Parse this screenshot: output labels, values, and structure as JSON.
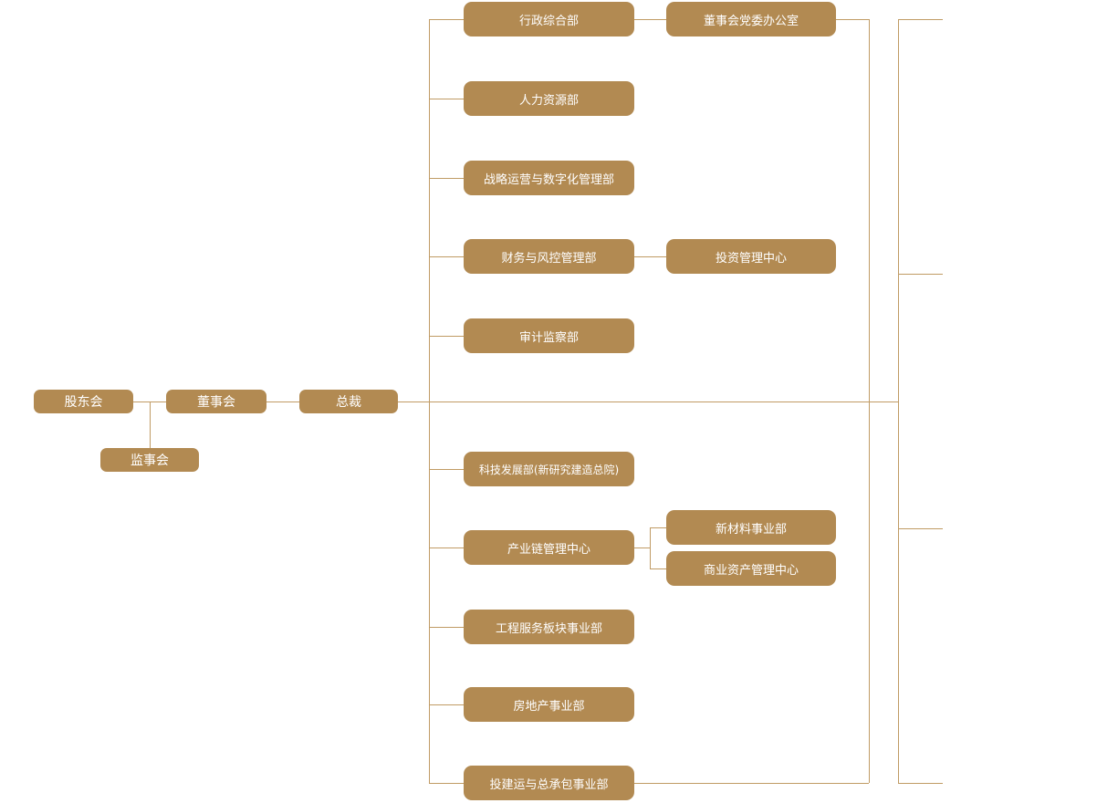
{
  "org_chart": {
    "colors": {
      "node_fill": "#b28a52",
      "connector": "#c09b64",
      "node_text": "#ffffff",
      "background": "#ffffff"
    },
    "governance": [
      {
        "label": "股东会"
      },
      {
        "label": "董事会"
      },
      {
        "label": "总裁"
      },
      {
        "label": "监事会"
      }
    ],
    "departments": [
      {
        "label": "行政综合部"
      },
      {
        "label": "人力资源部"
      },
      {
        "label": "战略运营与数字化管理部"
      },
      {
        "label": "财务与风控管理部"
      },
      {
        "label": "审计监察部"
      },
      {
        "label": "科技发展部(新研究建造总院)"
      },
      {
        "label": "产业链管理中心"
      },
      {
        "label": "工程服务板块事业部"
      },
      {
        "label": "房地产事业部"
      },
      {
        "label": "投建运与总承包事业部"
      }
    ],
    "sub_units": [
      {
        "label": "董事会党委办公室"
      },
      {
        "label": "投资管理中心"
      },
      {
        "label": "新材料事业部"
      },
      {
        "label": "商业资产管理中心"
      }
    ],
    "hierarchy": {
      "governance_chain": [
        "股东会",
        "董事会",
        "总裁"
      ],
      "hangs_below_governance_line": [
        "监事会"
      ],
      "president_departments": [
        "行政综合部",
        "人力资源部",
        "战略运营与数字化管理部",
        "财务与风控管理部",
        "审计监察部",
        "科技发展部(新研究建造总院)",
        "产业链管理中心",
        "工程服务板块事业部",
        "房地产事业部",
        "投建运与总承包事业部"
      ],
      "attachments": {
        "行政综合部": [
          "董事会党委办公室"
        ],
        "财务与风控管理部": [
          "投资管理中心"
        ],
        "产业链管理中心": [
          "新材料事业部",
          "商业资产管理中心"
        ]
      },
      "right_rail_clipped_branch_stubs": 4
    }
  }
}
